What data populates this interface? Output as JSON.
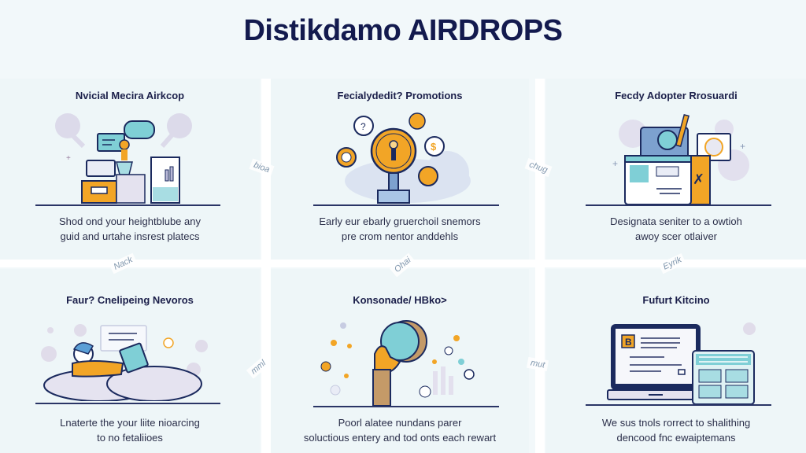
{
  "header": {
    "title": "Distikdamo AIRDROPS"
  },
  "theme": {
    "navy": "#1b2a5e",
    "orange": "#f2a526",
    "teal": "#7fcfd6",
    "lavender": "#d9d8ea",
    "background": "#eef6f8"
  },
  "panels": [
    {
      "title": "Nvicial Mecira Airkcop",
      "desc_line1": "Shod ond your heightblube any",
      "desc_line2": "guid and urtahe insrest platecs",
      "illustration": "desk-with-monitor-and-person-icon"
    },
    {
      "title": "Fecialydedit? Promotions",
      "desc_line1": "Early eur ebarly gruerchoil snemors",
      "desc_line2": "pre crom nentor anddehls",
      "illustration": "coin-trophy-icon"
    },
    {
      "title": "Fecdy Adopter Rrosuardi",
      "desc_line1": "Designata seniter to a owtioh",
      "desc_line2": "awoy scer otlaiver",
      "illustration": "folder-and-documents-icon"
    },
    {
      "title": "Faur? Cnelipeing Nevoros",
      "desc_line1": "Lnaterte the your liite nioarcing",
      "desc_line2": "to no fetaliioes",
      "illustration": "person-with-laptop-on-beanbag-icon"
    },
    {
      "title": "Konsonade/ HBko>",
      "desc_line1": "Poorl alatee nundans parer",
      "desc_line2": "soluctious entery and tod onts each rewart",
      "illustration": "hand-holding-magnifier-icon"
    },
    {
      "title": "Fufurt Kitcino",
      "desc_line1": "We sus tnols rorrect to shalithing",
      "desc_line2": "dencood fnc ewaiptemans",
      "illustration": "laptop-and-tablet-icon"
    }
  ],
  "divider_tags": [
    "bioa",
    "chug",
    "Nack",
    "Ohai",
    "Eyrik",
    "mml",
    "mut"
  ]
}
